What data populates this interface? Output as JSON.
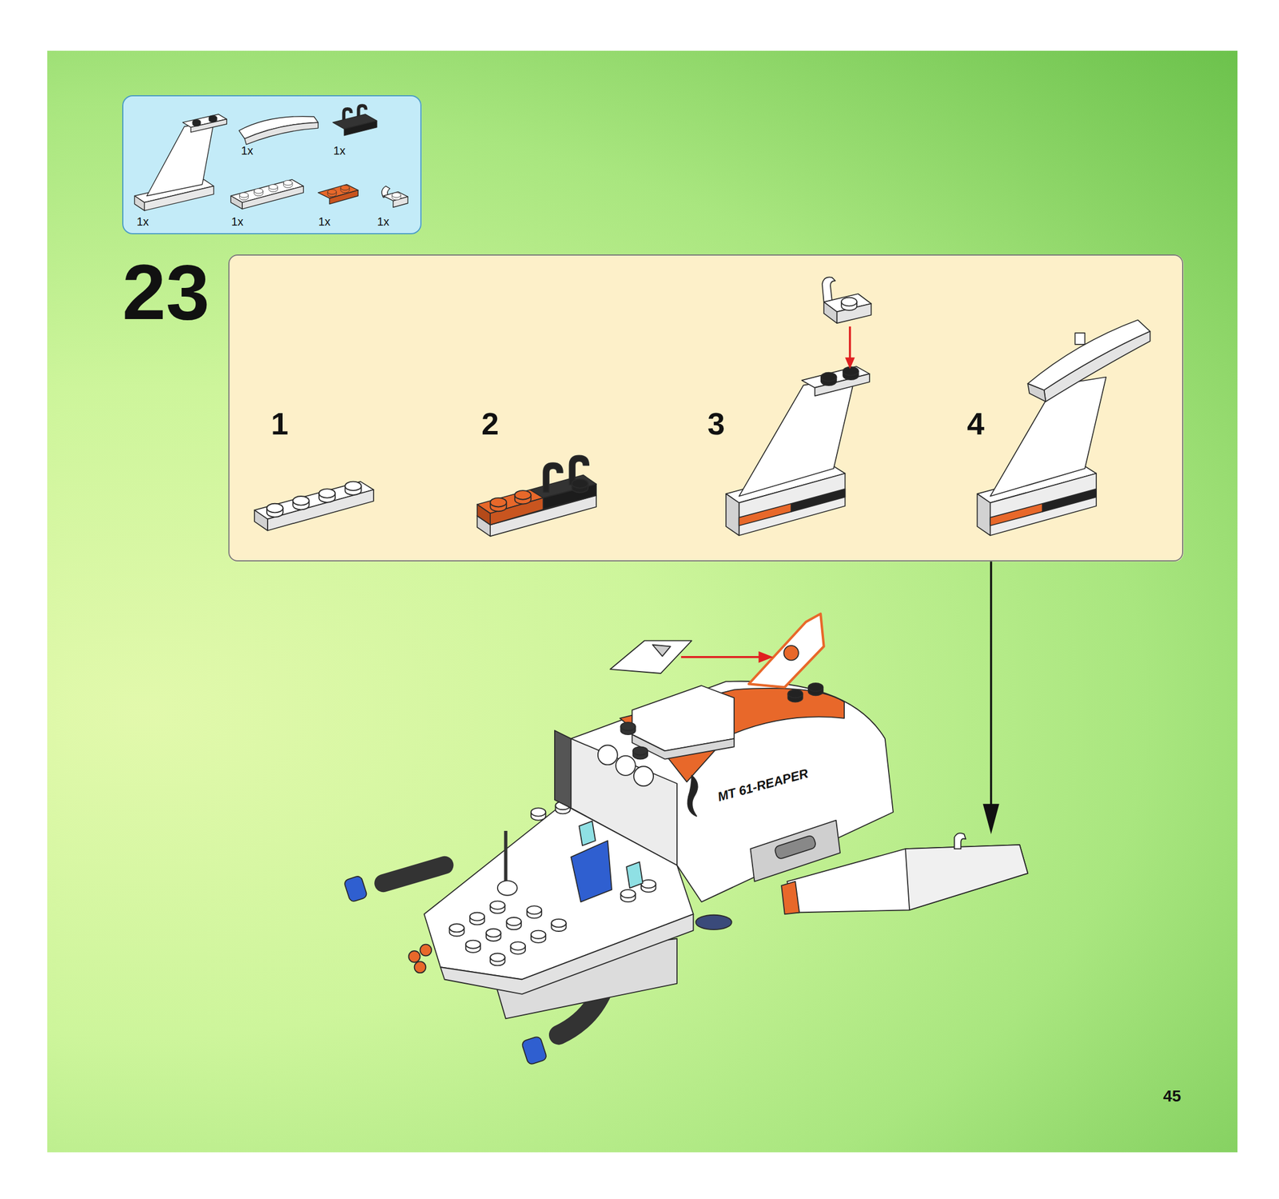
{
  "diagram": {
    "nodes": [
      {
        "text": [
          "1x",
          "1x",
          "1x",
          "1x",
          "1x",
          "1x"
        ]
      },
      {
        "text": [
          "1",
          "2",
          "3",
          "4"
        ]
      }
    ],
    "labels": [
      "23",
      "MT 61-REAPER",
      "45"
    ]
  }
}
